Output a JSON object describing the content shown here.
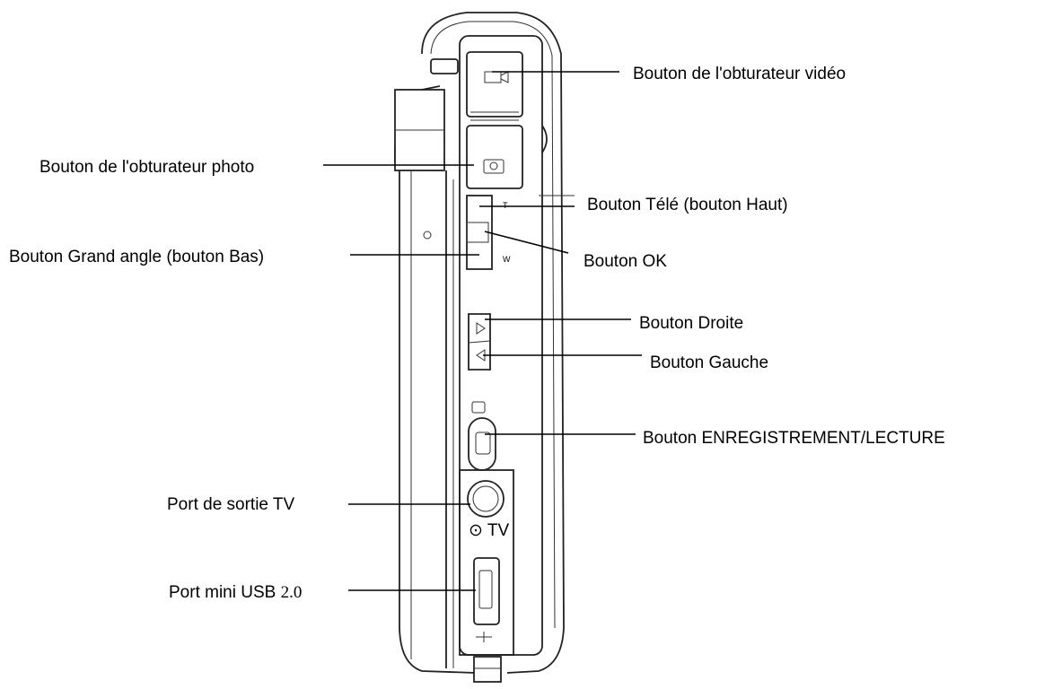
{
  "labels": {
    "video_shutter": "Bouton de l'obturateur vidéo",
    "photo_shutter": "Bouton de l'obturateur photo",
    "tele": "Bouton Télé (bouton Haut)",
    "wide": "Bouton Grand angle (bouton Bas)",
    "ok": "Bouton OK",
    "right": "Bouton Droite",
    "left": "Bouton Gauche",
    "record_play": "Bouton ENREGISTREMENT/LECTURE",
    "tv_out": "Port de sortie TV",
    "usb_main": "Port mini USB ",
    "usb_version": "2.0"
  },
  "device": {
    "tv_marking": "⊙ TV"
  }
}
